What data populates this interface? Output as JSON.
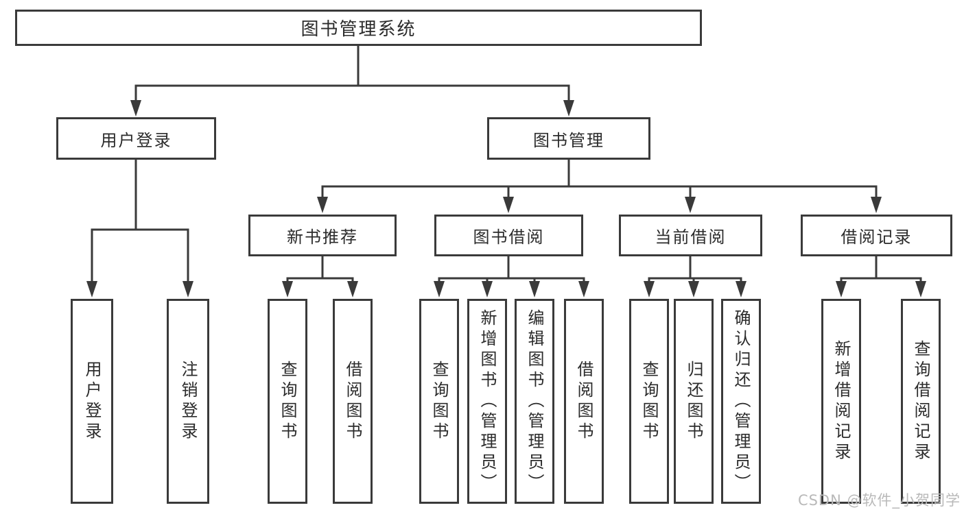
{
  "diagram": {
    "root": {
      "label": "图书管理系统",
      "children": [
        {
          "label": "用户登录",
          "children": [
            {
              "label": "用户登录"
            },
            {
              "label": "注销登录"
            }
          ]
        },
        {
          "label": "图书管理",
          "children": [
            {
              "label": "新书推荐",
              "children": [
                {
                  "label": "查询图书"
                },
                {
                  "label": "借阅图书"
                }
              ]
            },
            {
              "label": "图书借阅",
              "children": [
                {
                  "label": "查询图书"
                },
                {
                  "label": "新增图书（管理员）"
                },
                {
                  "label": "编辑图书（管理员）"
                },
                {
                  "label": "借阅图书"
                }
              ]
            },
            {
              "label": "当前借阅",
              "children": [
                {
                  "label": "查询图书"
                },
                {
                  "label": "归还图书"
                },
                {
                  "label": "确认归还（管理员）"
                }
              ]
            },
            {
              "label": "借阅记录",
              "children": [
                {
                  "label": "新增借阅记录"
                },
                {
                  "label": "查询借阅记录"
                }
              ]
            }
          ]
        }
      ]
    }
  },
  "watermark": {
    "text": "CSDN @软件_小贺同学"
  },
  "colors": {
    "line": "#3a3a3a",
    "text": "#2b2b2b",
    "background": "#ffffff",
    "watermark": "#b9b9b9"
  }
}
